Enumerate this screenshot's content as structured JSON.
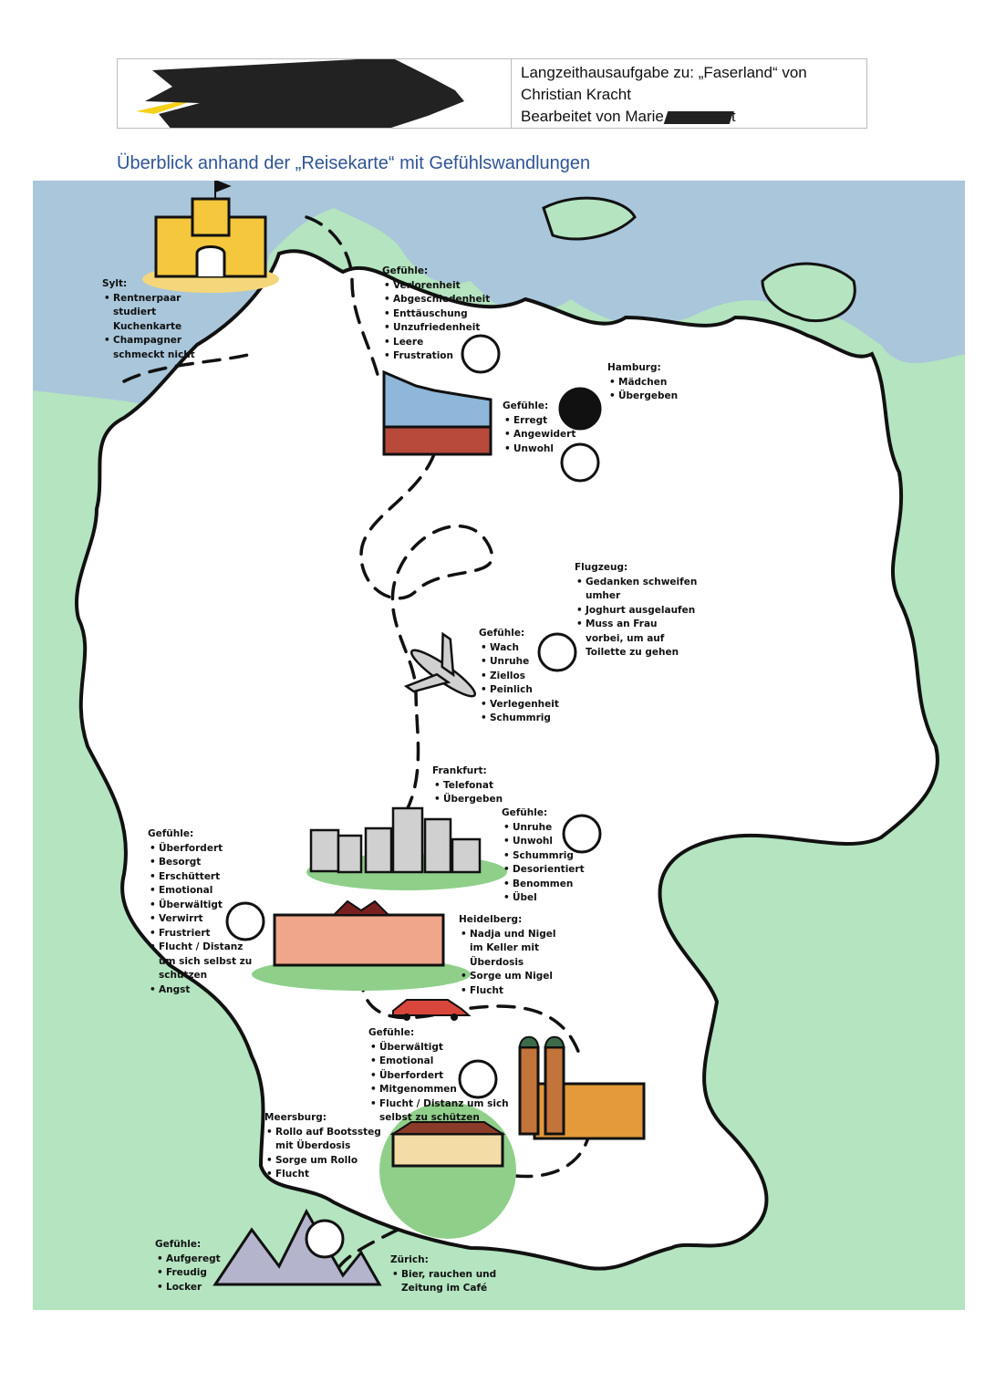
{
  "header": {
    "line1": "Langzeithausaufgabe zu: „Faserland“ von",
    "line2": "Christian Kracht",
    "line3_prefix": "Bearbeitet von Marie",
    "line3_suffix": "t"
  },
  "section_title": "Überblick anhand der „Reisekarte“ mit Gefühlswandlungen",
  "notes": {
    "sylt": {
      "title": "Sylt:",
      "items": [
        [
          "Rentnerpaar",
          "studiert",
          "Kuchenkarte"
        ],
        [
          "Champagner",
          "schmeckt nicht"
        ]
      ]
    },
    "feelings_sylt": {
      "title": "Gefühle:",
      "items": [
        "Verlorenheit",
        "Abgeschiedenheit",
        "Enttäuschung",
        "Unzufriedenheit",
        "Leere",
        "Frustration"
      ]
    },
    "hamburg": {
      "title": "Hamburg:",
      "items": [
        "Mädchen",
        "Übergeben"
      ]
    },
    "feelings_hamburg": {
      "title": "Gefühle:",
      "items": [
        "Erregt",
        "Angewidert",
        "Unwohl"
      ]
    },
    "flugzeug": {
      "title": "Flugzeug:",
      "items": [
        [
          "Gedanken schweifen",
          "umher"
        ],
        [
          "Joghurt ausgelaufen"
        ],
        [
          "Muss an Frau",
          "vorbei, um auf",
          "Toilette zu gehen"
        ]
      ]
    },
    "feelings_flugzeug": {
      "title": "Gefühle:",
      "items": [
        "Wach",
        "Unruhe",
        "Ziellos",
        "Peinlich",
        "Verlegenheit",
        "Schummrig"
      ]
    },
    "frankfurt": {
      "title": "Frankfurt:",
      "items": [
        "Telefonat",
        "Übergeben"
      ]
    },
    "feelings_frankfurt": {
      "title": "Gefühle:",
      "items": [
        "Unruhe",
        "Unwohl",
        "Schummrig",
        "Desorientiert",
        "Benommen",
        "Übel"
      ]
    },
    "feelings_heidelberg": {
      "title": "Gefühle:",
      "items": [
        [
          "Überfordert"
        ],
        [
          "Besorgt"
        ],
        [
          "Erschüttert"
        ],
        [
          "Emotional"
        ],
        [
          "Überwältigt"
        ],
        [
          "Verwirrt"
        ],
        [
          "Frustriert"
        ],
        [
          "Flucht / Distanz",
          "um sich selbst zu",
          "schützen"
        ],
        [
          "Angst"
        ]
      ]
    },
    "heidelberg": {
      "title": "Heidelberg:",
      "items": [
        [
          "Nadja und Nigel",
          "im Keller mit",
          "Überdosis"
        ],
        [
          "Sorge um Nigel"
        ],
        [
          "Flucht"
        ]
      ]
    },
    "feelings_muenchen": {
      "title": "Gefühle:",
      "items": [
        [
          "Überwältigt"
        ],
        [
          "Emotional"
        ],
        [
          "Überfordert"
        ],
        [
          "Mitgenommen"
        ],
        [
          "Flucht / Distanz um sich",
          "selbst zu schützen"
        ]
      ]
    },
    "meersburg": {
      "title": "Meersburg:",
      "items": [
        [
          "Rollo auf Bootssteg",
          "mit Überdosis"
        ],
        [
          "Sorge um Rollo"
        ],
        [
          "Flucht"
        ]
      ]
    },
    "feelings_zurich": {
      "title": "Gefühle:",
      "items": [
        "Aufgeregt",
        "Freudig",
        "Locker"
      ]
    },
    "zurich": {
      "title": "Zürich:",
      "items": [
        [
          "Bier, rauchen und",
          "Zeitung im Café"
        ]
      ]
    }
  },
  "colors": {
    "sea": "#a9c6db",
    "land_neighbors": "#b4e4c0",
    "germany": "#ffffff",
    "outline": "#111111",
    "title_blue": "#2f5496"
  },
  "icons": [
    "sandcastle-icon",
    "elbphilharmonie-icon",
    "airplane-icon",
    "frankfurt-skyline-icon",
    "heidelberg-castle-icon",
    "car-icon",
    "frauenkirche-icon",
    "meersburg-castle-icon",
    "alps-mountains-icon",
    "neutral-face-icon",
    "heart-eyes-face-icon",
    "squint-face-icon",
    "crying-face-icon",
    "happy-face-icon"
  ]
}
